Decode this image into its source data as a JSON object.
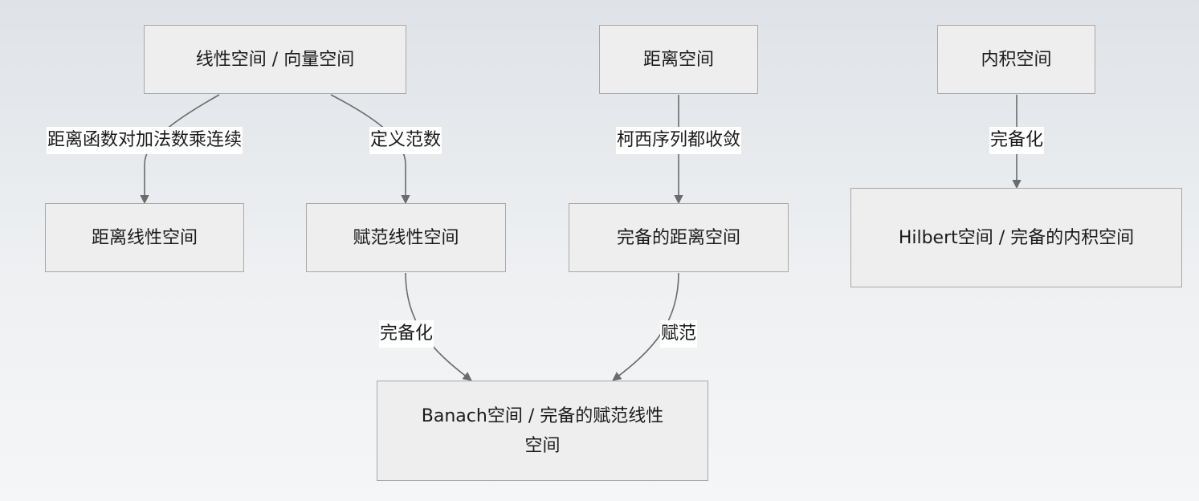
{
  "nodes": {
    "linear_space": "线性空间 / 向量空间",
    "metric_space": "距离空间",
    "inner_product_space": "内积空间",
    "metric_linear_space": "距离线性空间",
    "normed_linear_space": "赋范线性空间",
    "complete_metric_space": "完备的距离空间",
    "hilbert_space": "Hilbert空间 / 完备的内积空间",
    "banach_space": "Banach空间 / 完备的赋范线性空间"
  },
  "edges": {
    "linear_to_metric_linear": "距离函数对加法数乘连续",
    "linear_to_normed": "定义范数",
    "metric_to_complete": "柯西序列都收敛",
    "inner_to_hilbert": "完备化",
    "normed_to_banach": "完备化",
    "complete_to_banach": "赋范"
  },
  "colors": {
    "node_fill": "#eeeeee",
    "node_border": "#a8a8a8",
    "edge": "#6b6b6b",
    "label_bg": "#ffffff"
  }
}
